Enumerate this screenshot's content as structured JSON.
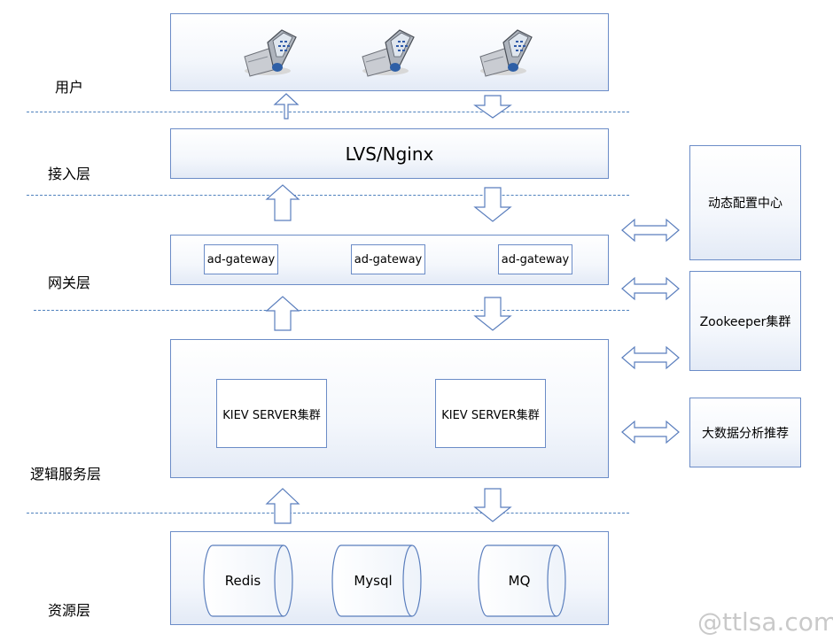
{
  "layers": {
    "user": "用户",
    "access": "接入层",
    "gateway": "网关层",
    "logic": "逻辑服务层",
    "resource": "资源层"
  },
  "access_box": {
    "label": "LVS/Nginx"
  },
  "gateway_box": {
    "items": [
      "ad-gateway",
      "ad-gateway",
      "ad-gateway"
    ]
  },
  "logic_box": {
    "items": [
      "KIEV SERVER集群",
      "KIEV SERVER集群"
    ]
  },
  "resource_box": {
    "items": [
      "Redis",
      "Mysql",
      "MQ"
    ]
  },
  "side_boxes": [
    "动态配置中心",
    "Zookeeper集群",
    "大数据分析推荐"
  ],
  "user_box": {
    "device_icons": [
      "mobile-phone-icon",
      "mobile-phone-icon",
      "mobile-phone-icon"
    ]
  },
  "watermark": "@ttlsa.com",
  "colors": {
    "border": "#6b8cc7",
    "dash": "#4f81bd",
    "fill_bottom": "#e3eaf6"
  }
}
